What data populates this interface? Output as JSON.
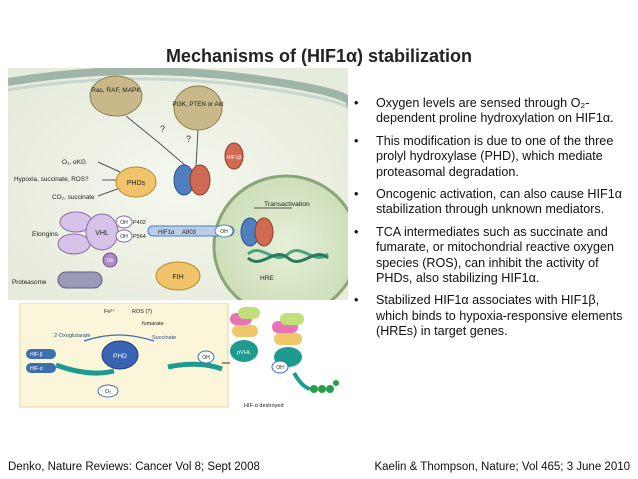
{
  "slide": {
    "title": "Mechanisms of (HIF1α) stabilization",
    "bullets": [
      {
        "marker": "•",
        "text": "Oxygen levels are sensed through O₂-dependent proline hydroxylation on HIF1α."
      },
      {
        "marker": "•",
        "text": "This modification is due to one of the three prolyl hydroxylase (PHD), which mediate proteasomal degradation."
      },
      {
        "marker": "•",
        "text": "Oncogenic activation, can also cause HIF1α stabilization through unknown mediators."
      },
      {
        "marker": "•",
        "text": "TCA intermediates such as succinate and fumarate, or mitochondrial reactive oxygen species (ROS), can inhibit the activity of PHDs, also stabilizing HIF1α."
      },
      {
        "marker": "•",
        "text": "Stabilized HIF1α associates with HIF1β, which binds to hypoxia-responsive elements (HREs) in target genes."
      }
    ],
    "footer_left": "Denko, Nature Reviews: Cancer Vol 8; Sept 2008",
    "footer_right": "Kaelin & Thompson, Nature; Vol 465; 3 June 2010"
  },
  "figure_top": {
    "ras_label": "Ras, RAF, MAPK",
    "pi3k_label": "PI3K, PTEN or Akt",
    "q1": "?",
    "q2": "?",
    "o2_label": "O₂, αKG",
    "hypoxia_label": "Hypoxia, succinate, ROS?",
    "co2_label": "CO₂, succinate",
    "phd_label": "PHDs",
    "hif1b_label": "HIF1β",
    "elongins_label": "Elongins",
    "vhl_label": "VHL",
    "oh1": "OH",
    "oh2": "OH",
    "p402": "P402",
    "p564": "P564",
    "hif1a_label": "HIF1α",
    "a803_label": "A803",
    "oh3": "OH",
    "ub_label": "Ub",
    "proteasome_label": "Proteasome",
    "fih_label": "FIH",
    "transactivation_label": "Transactivation",
    "hre_label": "HRE"
  },
  "figure_bottom": {
    "fe_label": "Fe²⁺",
    "ros_label": "ROS (?)",
    "fumarate_label": "fumarate",
    "oxoglutarate_label": "2-Oxoglutarate",
    "succinate_label": "Succinate",
    "phd_label": "PHD",
    "hif_b_label": "HIF-β",
    "hif_a_label": "HIF-α",
    "o2_label": "O₂",
    "oh_label": "OH",
    "pvhl_label": "pVHL",
    "oh_label2": "OH",
    "destroyed_label": "HIF-α destroyed"
  }
}
